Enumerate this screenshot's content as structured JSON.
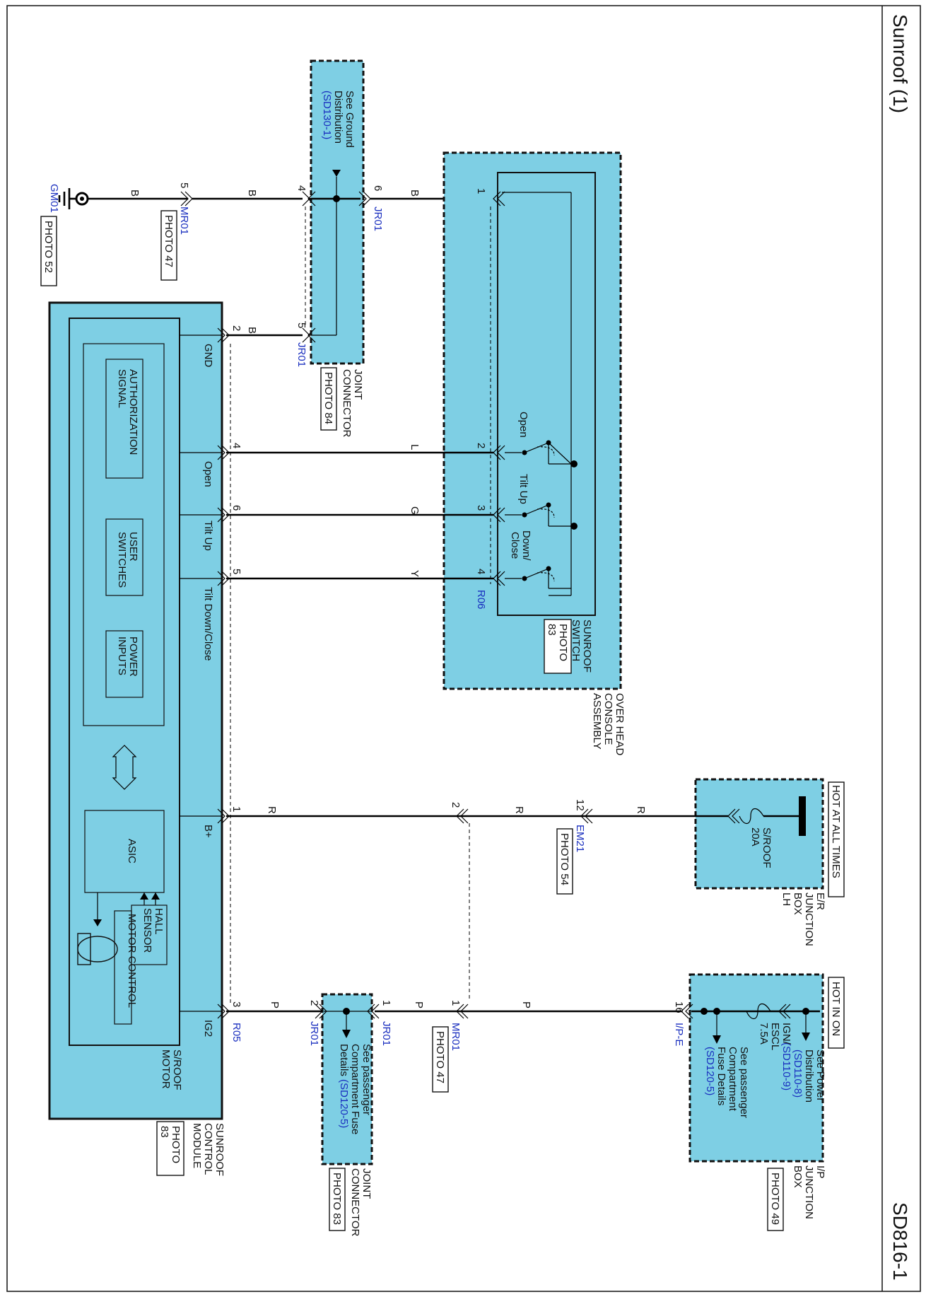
{
  "page": {
    "title": "Sunroof (1)",
    "code": "SD816-1"
  },
  "ground": {
    "id": "GM01",
    "photo": "PHOTO 52",
    "wire_color": "B"
  },
  "connectors": {
    "mr01_top": {
      "id": "MR01",
      "pin": "5",
      "photo": "PHOTO 47",
      "wire_color": "B"
    },
    "mr01_bottom": {
      "id": "MR01",
      "pin": "1",
      "photo": "PHOTO 47",
      "wire_color": "P"
    },
    "em21": {
      "id": "EM21",
      "pin": "12",
      "photo": "PHOTO 54",
      "wire_color": "R"
    },
    "r06": {
      "id": "R06"
    },
    "r05": {
      "id": "R05"
    },
    "jr01": {
      "id": "JR01"
    },
    "ipe": {
      "id": "I/P-E",
      "pin": "16"
    },
    "inline2": {
      "pin": "2"
    }
  },
  "joint_connector_top": {
    "name_lines": [
      "JOINT",
      "CONNECTOR"
    ],
    "photo": "PHOTO 84",
    "note_lines": [
      "See Ground",
      "Distribution"
    ],
    "ref": "(SD130-1)",
    "pins": {
      "a": "4",
      "b": "6",
      "c": "5"
    },
    "wire_color": "B"
  },
  "joint_connector_bottom": {
    "name_lines": [
      "JOINT",
      "CONNECTOR"
    ],
    "photo": "PHOTO 83",
    "note_lines": [
      "See passenger",
      "Compartment Fuse"
    ],
    "note_ref_prefix": "Details ",
    "ref": "(SD120-5)",
    "pins": {
      "a": "2",
      "b": "1"
    },
    "wire_color": "P"
  },
  "overhead_console": {
    "name_lines": [
      "OVER HEAD",
      "CONSOLE",
      "ASSEMBLY"
    ],
    "switch_name_lines": [
      "SUNROOF",
      "SWITCH"
    ],
    "photo_lines": [
      "PHOTO",
      "83"
    ],
    "switch_labels": {
      "open": "Open",
      "tilt_up": "Tilt Up",
      "down_close_1": "Down/",
      "down_close_2": "Close"
    },
    "pins": [
      "1",
      "2",
      "3",
      "4"
    ]
  },
  "er_junction_box": {
    "header": "HOT AT ALL TIMES",
    "name_lines": [
      "E/R",
      "JUNCTION",
      "BOX",
      "LH"
    ],
    "fuse_name": "S/ROOF",
    "fuse_rating": "20A"
  },
  "ip_junction_box": {
    "header": "HOT IN ON",
    "name_lines": [
      "I/P",
      "JUNCTION",
      "BOX"
    ],
    "photo": "PHOTO 49",
    "fuse_lines": [
      "IGN/",
      "ESCL",
      "7.5A"
    ],
    "power_note_lines": [
      "See Power",
      "Distribution"
    ],
    "power_refs": [
      "(SD110-8)",
      "(SD110-9)"
    ],
    "fuse_note_lines": [
      "See passenger",
      "Compartment",
      "Fuse Details"
    ],
    "fuse_ref": "(SD120-5)"
  },
  "sunroof_module": {
    "name_lines": [
      "SUNROOF",
      "CONTROL",
      "MODULE"
    ],
    "photo_lines": [
      "PHOTO",
      "83"
    ],
    "motor_name_lines": [
      "S/ROOF",
      "MOTOR"
    ],
    "blocks": {
      "auth_1": "AUTHORIZATION",
      "auth_2": "SIGNAL",
      "user_1": "USER",
      "user_2": "SWITCHES",
      "power_1": "POWER",
      "power_2": "INPUTS",
      "asic": "ASIC",
      "hall_1": "HALL",
      "hall_2": "SENSOR",
      "motor_control": "MOTOR CONTROL"
    },
    "terminals": [
      {
        "pin": "2",
        "label": "GND",
        "wire": "B"
      },
      {
        "pin": "4",
        "label": "Open",
        "wire": "L"
      },
      {
        "pin": "6",
        "label": "Tilt Up",
        "wire": "G"
      },
      {
        "pin": "5",
        "label": "Tilt Down/Close",
        "wire": "Y"
      },
      {
        "pin": "1",
        "label": "B+",
        "wire": "R"
      },
      {
        "pin": "3",
        "label": "IG2",
        "wire": "P"
      }
    ]
  }
}
